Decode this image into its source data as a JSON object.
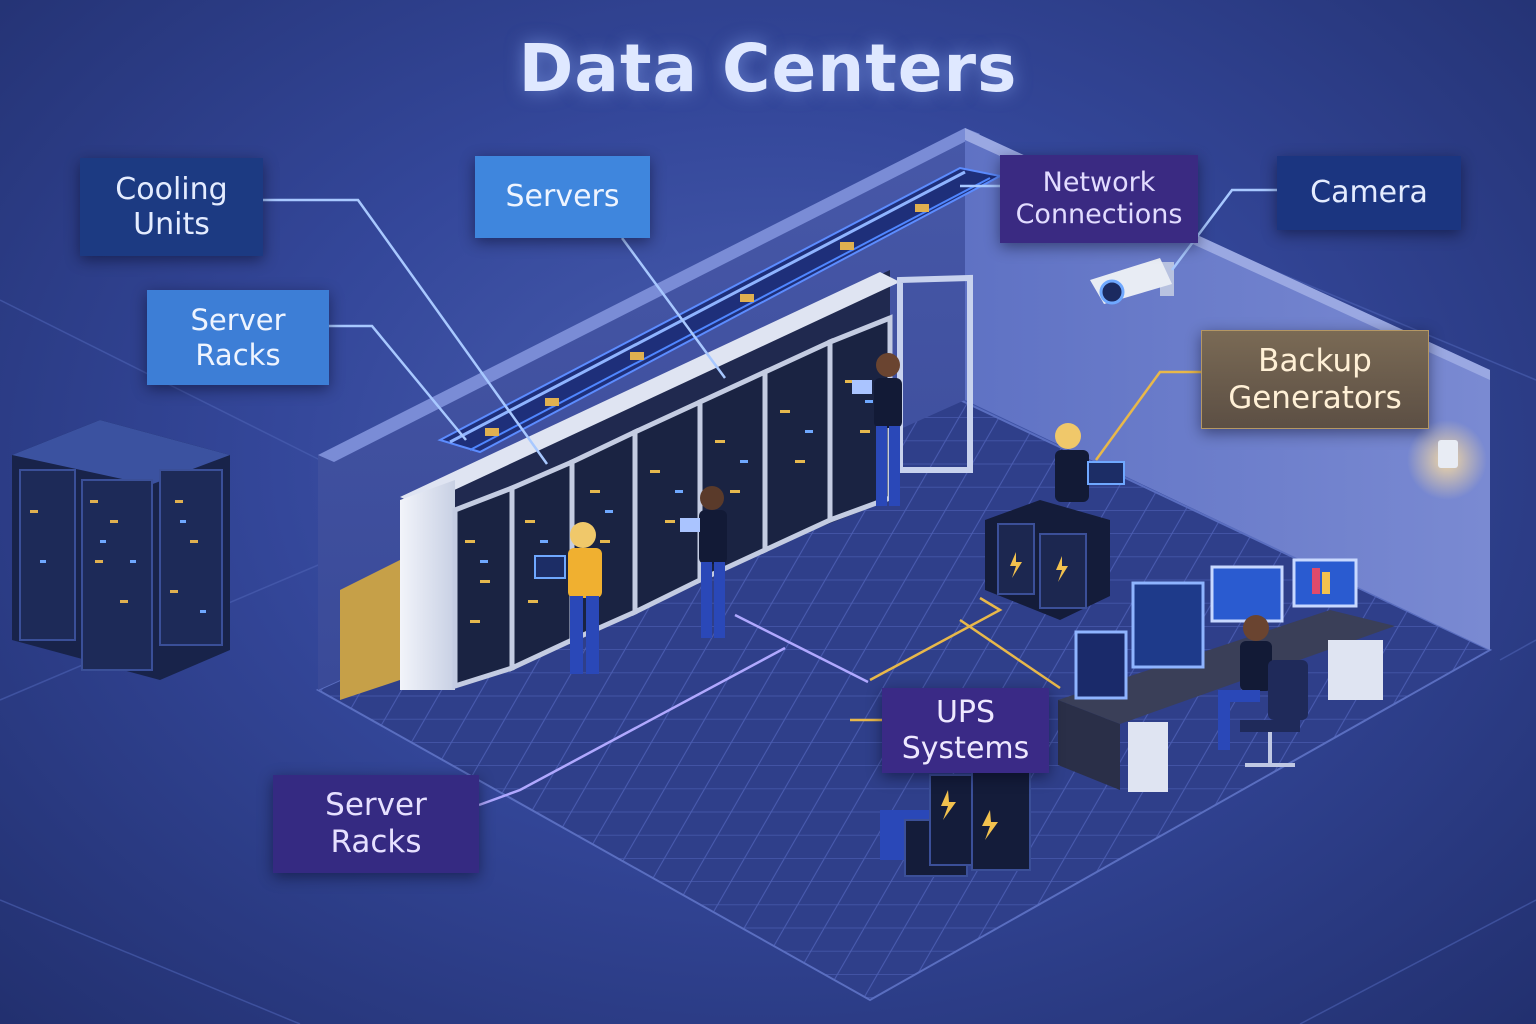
{
  "title": "Data Centers",
  "labels": {
    "cooling_units": "Cooling\nUnits",
    "server_racks_top": "Server\nRacks",
    "servers": "Servers",
    "network_connections": "Network\nConnections",
    "camera": "Camera",
    "backup_generators": "Backup\nGenerators",
    "ups_systems": "UPS\nSystems",
    "server_racks_bottom": "Server\nRacks"
  },
  "colors": {
    "background": "#34479a",
    "rack_body": "#e8ecf4",
    "rack_panel": "#1a2342",
    "connector_line": "#a8c8ff",
    "power_line": "#e8b84a",
    "accent_amber": "#f2c14e"
  },
  "icons": [
    "lightning-bolt-icon",
    "security-camera-icon"
  ]
}
